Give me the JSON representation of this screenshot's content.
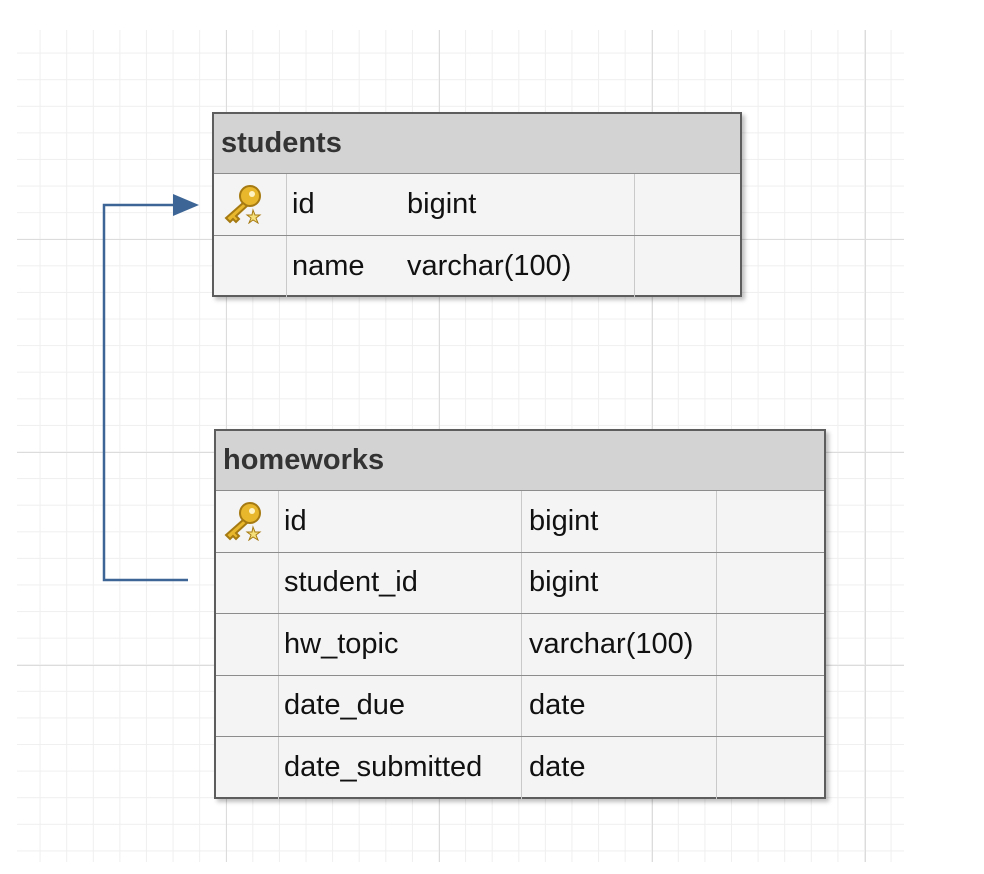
{
  "diagram": {
    "tables": {
      "students": {
        "name": "students",
        "columns": [
          {
            "name": "id",
            "type": "bigint",
            "primary_key": true
          },
          {
            "name": "name",
            "type": "varchar(100)",
            "primary_key": false
          }
        ]
      },
      "homeworks": {
        "name": "homeworks",
        "columns": [
          {
            "name": "id",
            "type": "bigint",
            "primary_key": true
          },
          {
            "name": "student_id",
            "type": "bigint",
            "primary_key": false
          },
          {
            "name": "hw_topic",
            "type": "varchar(100)",
            "primary_key": false
          },
          {
            "name": "date_due",
            "type": "date",
            "primary_key": false
          },
          {
            "name": "date_submitted",
            "type": "date",
            "primary_key": false
          }
        ]
      }
    },
    "relationship": {
      "from": "homeworks.student_id",
      "to": "students.id"
    },
    "colors": {
      "connector": "#3d6596",
      "header": "#d3d3d3",
      "body": "#f4f4f4",
      "key_icon": "#e8b72c"
    },
    "icons": {
      "primary_key": "key-icon"
    }
  }
}
